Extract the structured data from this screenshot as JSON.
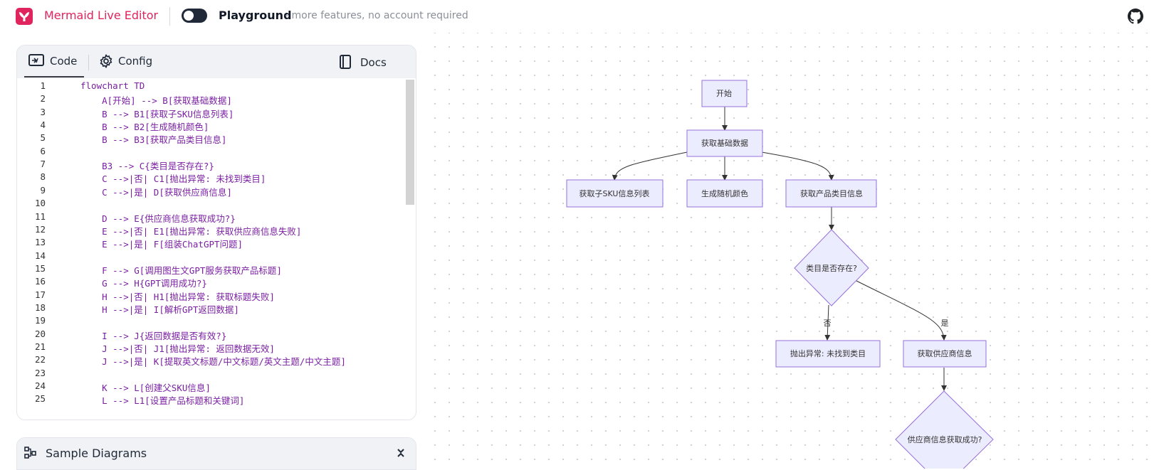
{
  "header": {
    "app_title": "Mermaid Live Editor",
    "mode_title": "Playground",
    "mode_subtitle": "- more features, no account required",
    "toggle_on": false,
    "icons": [
      "mermaid-logo-icon",
      "github-icon"
    ]
  },
  "editor": {
    "tabs": {
      "code": "Code",
      "config": "Config",
      "docs": "Docs"
    },
    "active_tab": "code",
    "line_numbers": [
      "1",
      "2",
      "3",
      "4",
      "5",
      "6",
      "7",
      "8",
      "9",
      "10",
      "11",
      "12",
      "13",
      "14",
      "15",
      "16",
      "17",
      "18",
      "19",
      "20",
      "21",
      "22",
      "23",
      "24",
      "25"
    ],
    "lines": [
      "flowchart TD",
      "    A[开始] --> B[获取基础数据]",
      "    B --> B1[获取子SKU信息列表]",
      "    B --> B2[生成随机颜色]",
      "    B --> B3[获取产品类目信息]",
      "",
      "    B3 --> C{类目是否存在?}",
      "    C -->|否| C1[抛出异常: 未找到类目]",
      "    C -->|是| D[获取供应商信息]",
      "",
      "    D --> E{供应商信息获取成功?}",
      "    E -->|否| E1[抛出异常: 获取供应商信息失败]",
      "    E -->|是| F[组装ChatGPT问题]",
      "",
      "    F --> G[调用图生文GPT服务获取产品标题]",
      "    G --> H{GPT调用成功?}",
      "    H -->|否| H1[抛出异常: 获取标题失败]",
      "    H -->|是| I[解析GPT返回数据]",
      "",
      "    I --> J{返回数据是否有效?}",
      "    J -->|否| J1[抛出异常: 返回数据无效]",
      "    J -->|是| K[提取英文标题/中文标题/英文主题/中文主题]",
      "",
      "    K --> L[创建父SKU信息]",
      "    L --> L1[设置产品标题和关键词]"
    ]
  },
  "samples": {
    "label": "Sample Diagrams",
    "expanded": false
  },
  "diagram": {
    "nodes": {
      "A": "开始",
      "B": "获取基础数据",
      "B1": "获取子SKU信息列表",
      "B2": "生成随机颜色",
      "B3": "获取产品类目信息",
      "C": "类目是否存在?",
      "C1": "抛出异常: 未找到类目",
      "D": "获取供应商信息",
      "E": "供应商信息获取成功?"
    },
    "edge_labels": {
      "no": "否",
      "yes": "是"
    },
    "colors": {
      "node_fill": "#ececff",
      "node_stroke": "#9370db",
      "edge": "#333333",
      "brand": "#e0245e"
    }
  }
}
